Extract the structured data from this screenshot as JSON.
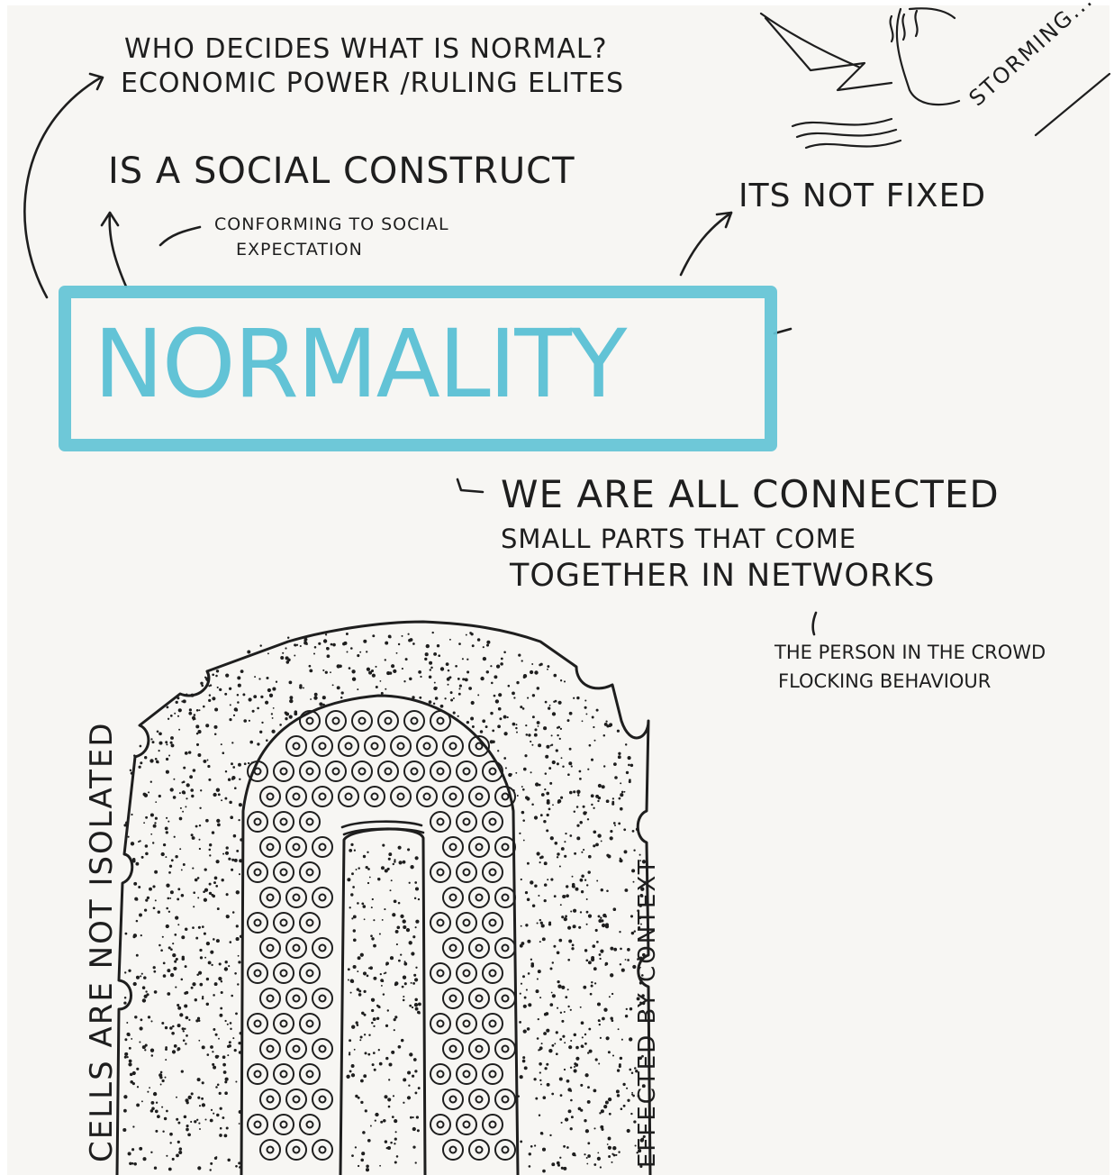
{
  "colors": {
    "paper": "#f7f6f3",
    "ink": "#1e1e1e",
    "highlight": "#62c3d6"
  },
  "title": "NORMALITY",
  "question": {
    "line1": "WHO DECIDES  WHAT IS NORMAL?",
    "line2": "ECONOMIC POWER /RULING ELITES"
  },
  "construct": "IS A SOCIAL CONSTRUCT",
  "conforming": {
    "line1": "CONFORMING TO SOCIAL",
    "line2": "EXPECTATION"
  },
  "not_fixed": "ITS NOT   FIXED",
  "storming": "STORMING...",
  "connected": {
    "line1": "WE ARE ALL CONNECTED",
    "line2": "SMALL PARTS THAT COME",
    "line3": "TOGETHER IN NETWORKS"
  },
  "crowd": {
    "line1": "THE PERSON IN THE CROWD",
    "line2": "FLOCKING BEHAVIOUR"
  },
  "cells_caption": "CELLS ARE NOT ISOLATED",
  "context_caption": "EFFECTED BY CONTEXT"
}
